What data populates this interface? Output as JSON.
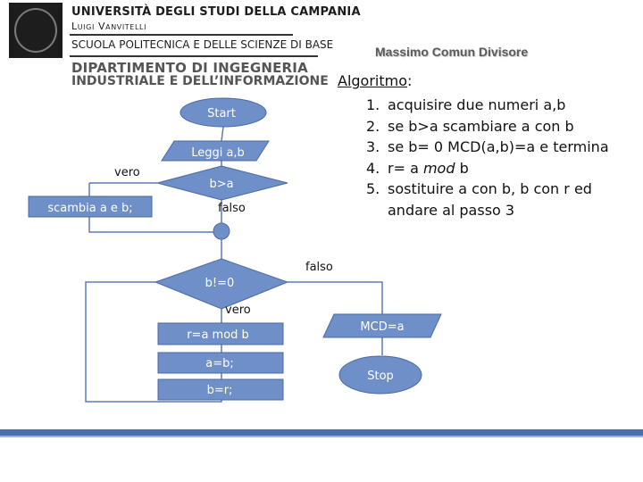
{
  "header": {
    "university": "UNIVERSITÀ DEGLI STUDI DELLA CAMPANIA",
    "university_sub": "Luigi Vanvitelli",
    "school": "SCUOLA POLITECNICA E DELLE SCIENZE DI BASE",
    "department_line1": "DIPARTIMENTO DI INGEGNERIA",
    "department_line2": "INDUSTRIALE E DELL’INFORMAZIONE"
  },
  "slide_title": "Massimo Comun Divisore",
  "algorithm": {
    "heading": "Algoritmo",
    "heading_suffix": ":",
    "steps": [
      {
        "num": "1.",
        "text": "acquisire due numeri a,b"
      },
      {
        "num": "2.",
        "text": "se b>a scambiare a con b"
      },
      {
        "num": "3.",
        "text": "se b= 0  MCD(a,b)=a e termina"
      },
      {
        "num": "4.",
        "text_before": "r= a ",
        "text_italic": "mod",
        "text_after": " b"
      },
      {
        "num": "5.",
        "text": "sostituire a con b, b con r ed",
        "text_line2": "andare al passo 3"
      }
    ]
  },
  "flowchart": {
    "start": "Start",
    "read": "Leggi a,b",
    "cond1": "b>a",
    "cond1_true": "vero",
    "cond1_false": "falso",
    "swap": "scambia a e b;",
    "cond2": "b!=0",
    "cond2_true": "vero",
    "cond2_false": "falso",
    "step_r": "r=a mod b",
    "step_a": "a=b;",
    "step_b": "b=r;",
    "result": "MCD=a",
    "stop": "Stop"
  },
  "colors": {
    "shape_fill": "#6e8fc7",
    "shape_stroke": "#4a6aa5",
    "connector": "#5b7bb3",
    "bar": "#4a6fb0"
  }
}
